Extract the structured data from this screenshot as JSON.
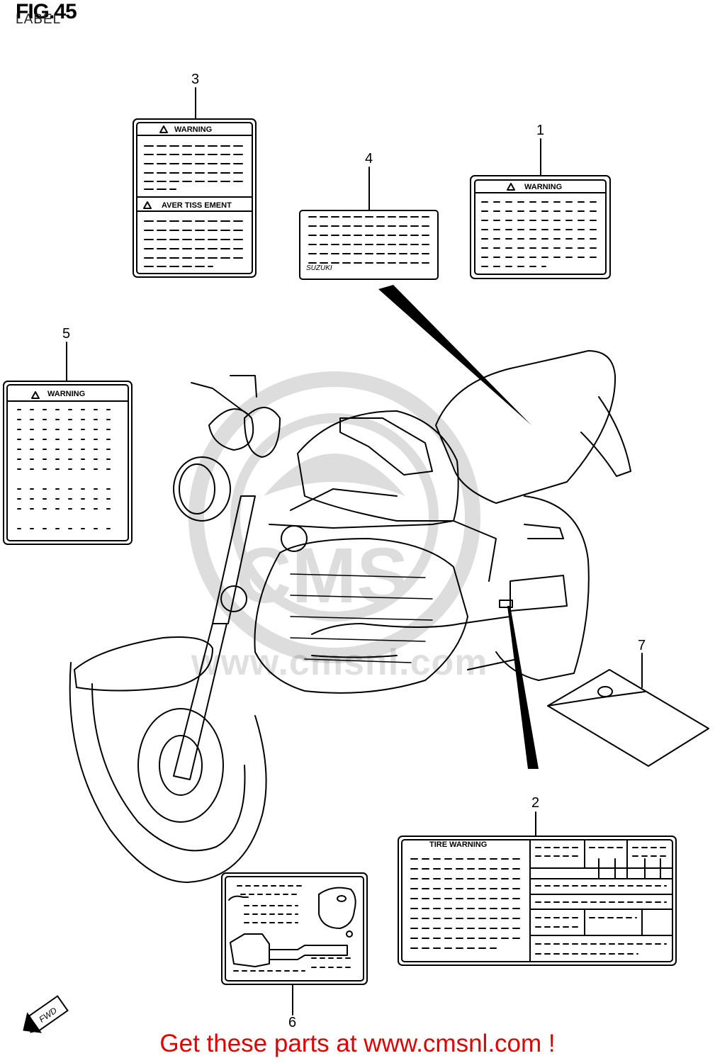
{
  "header": {
    "title": "FIG.45",
    "subtitle": "LABEL"
  },
  "callouts": [
    "1",
    "2",
    "3",
    "4",
    "5",
    "6",
    "7"
  ],
  "labels": {
    "label_1": {
      "heading": "WARNING"
    },
    "label_3": {
      "heading": "WARNING",
      "heading_2": "AVER TISS EMENT"
    },
    "label_4": {
      "maker_mark": "SUZUKI"
    },
    "label_5": {
      "heading": "WARNING"
    },
    "label_2": {
      "heading": "TIRE WARNING"
    }
  },
  "watermark": {
    "text": "www.cmsnl.com"
  },
  "footer": {
    "link_text": "Get these parts at www.cmsnl.com !"
  },
  "fwd_tag": "FWD"
}
